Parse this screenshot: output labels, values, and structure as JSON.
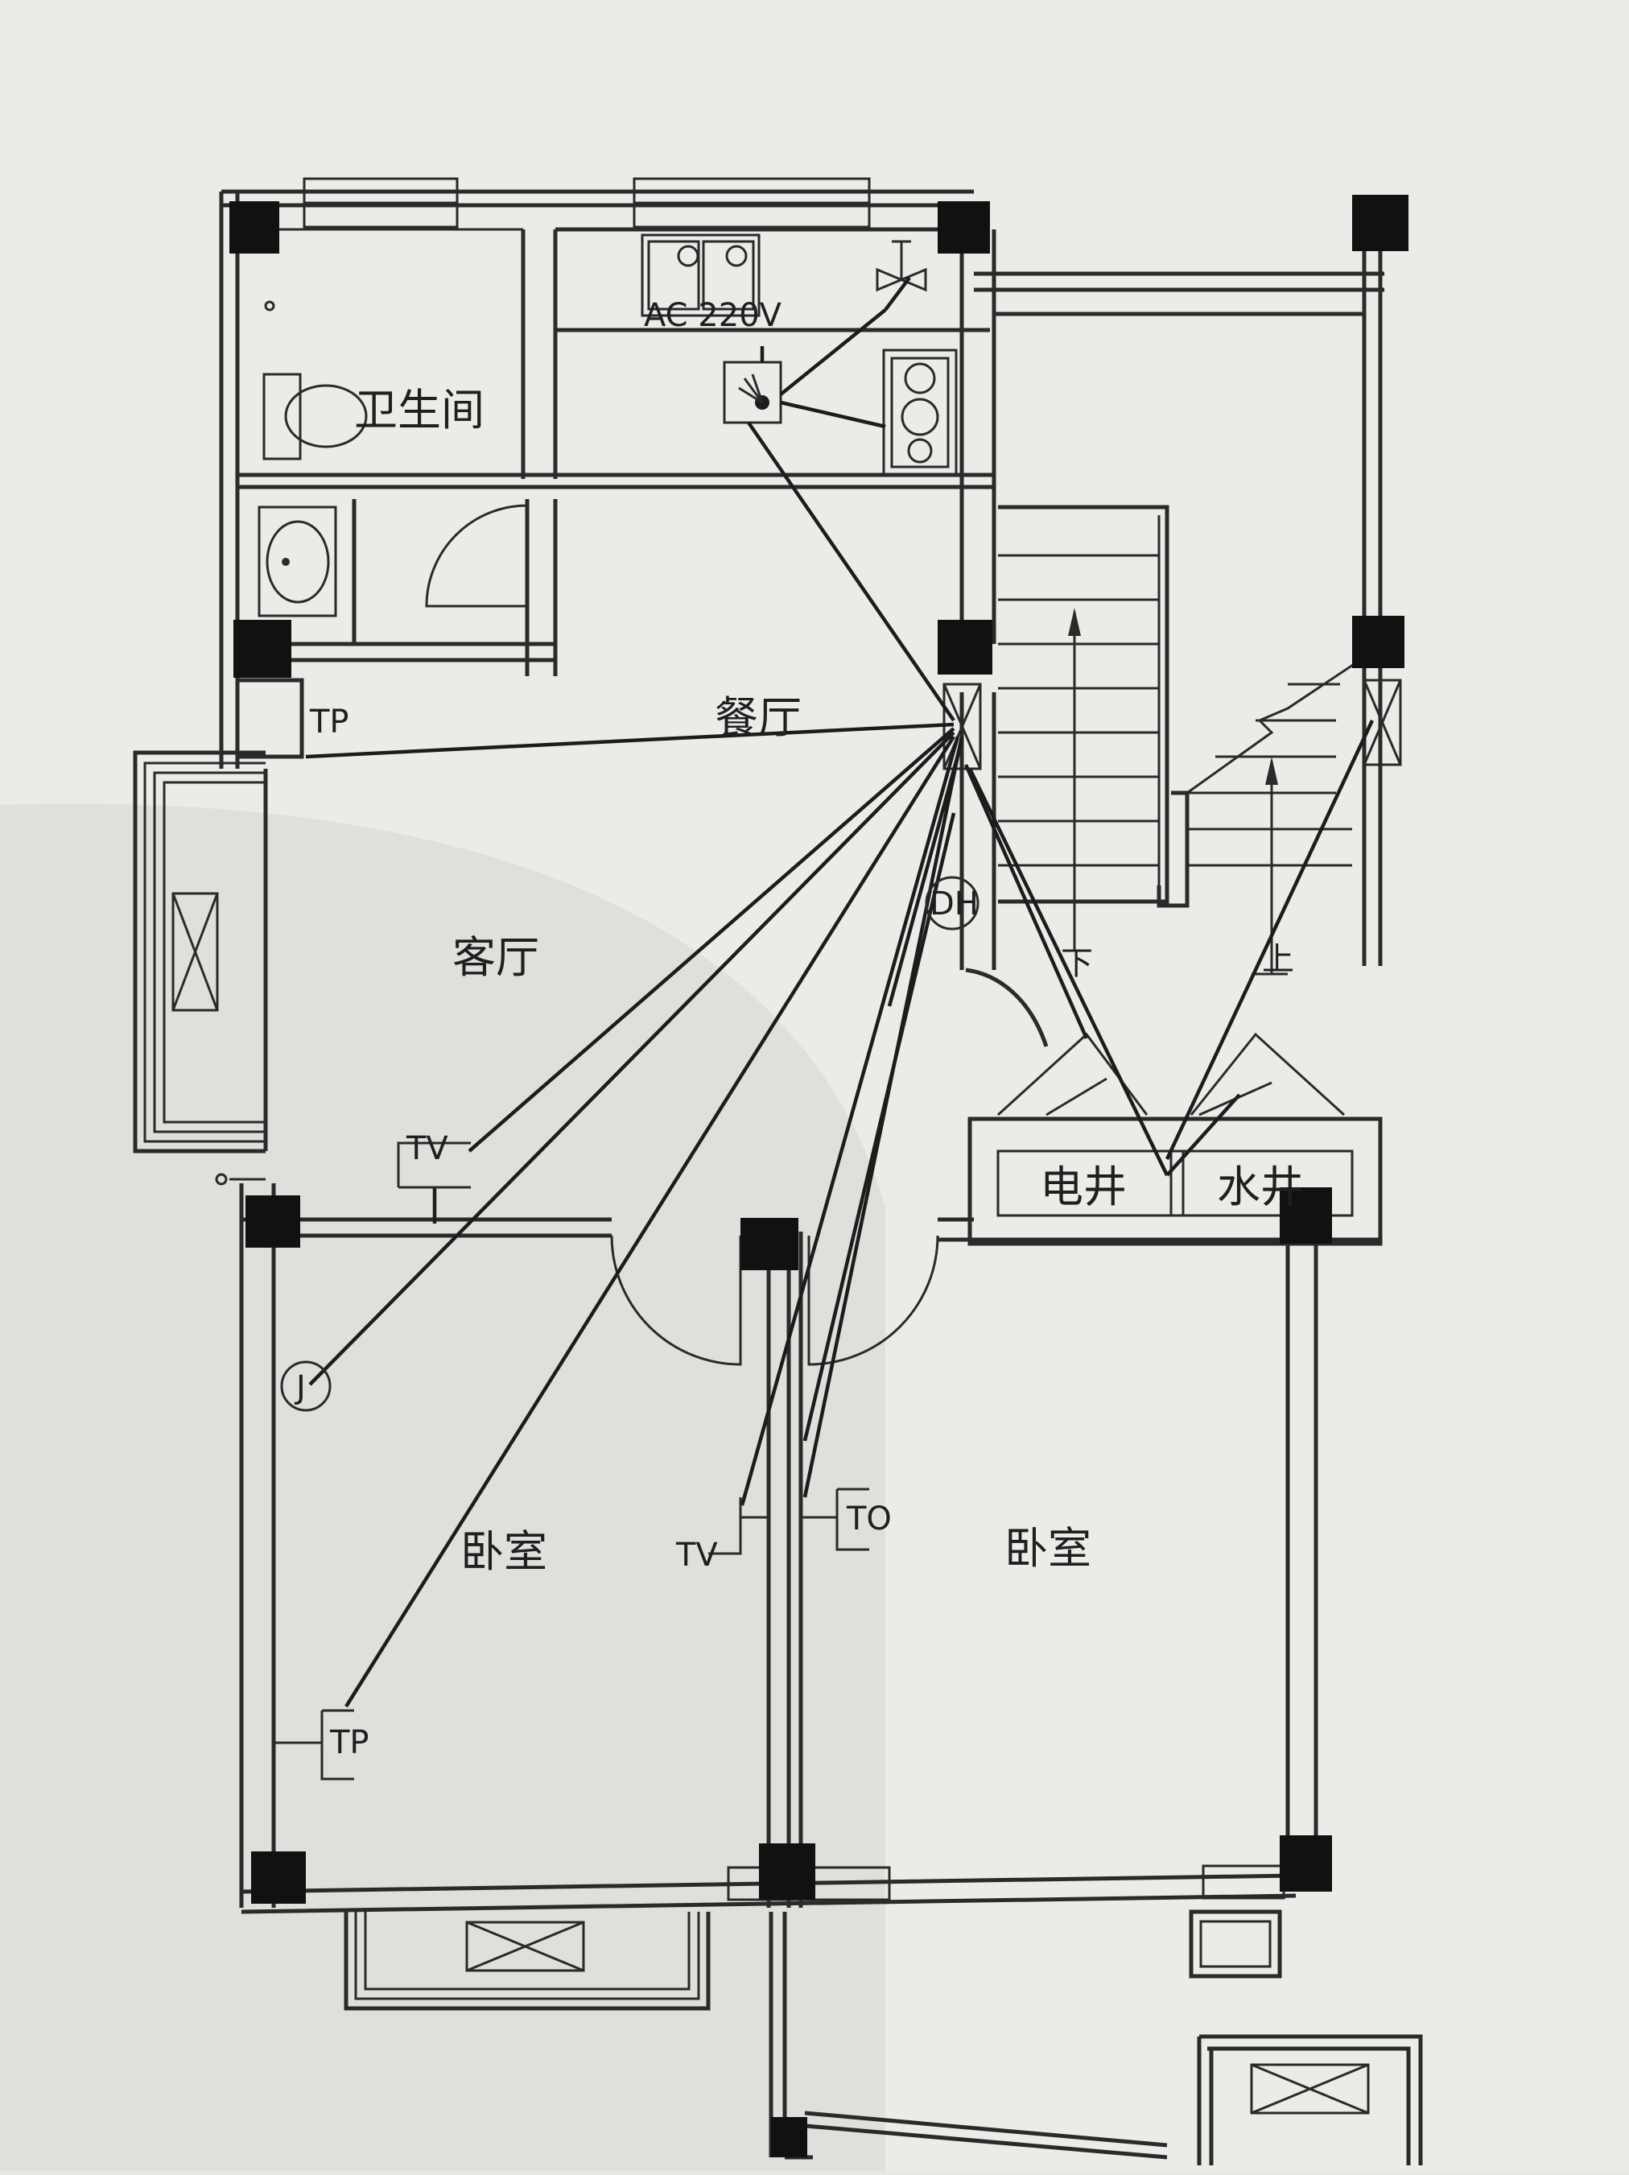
{
  "rooms": {
    "bathroom": "卫生间",
    "dining": "餐厅",
    "living": "客厅",
    "bedroom_left": "卧室",
    "bedroom_right": "卧室",
    "electric_shaft": "电井",
    "water_shaft": "水井"
  },
  "stairs": {
    "down": "下",
    "up": "上"
  },
  "outlets": {
    "tp_dining": "TP",
    "tv_living": "TV",
    "tv_bedroom": "TV",
    "to_bedroom": "TO",
    "tp_bedroom": "TP",
    "dh": "DH",
    "junction": "J"
  },
  "kitchen": {
    "ac_label": "AC 220V"
  },
  "colors": {
    "paper": "#e9e7e3",
    "ink": "#1f1f1f",
    "shadow": "#cfccc7"
  }
}
